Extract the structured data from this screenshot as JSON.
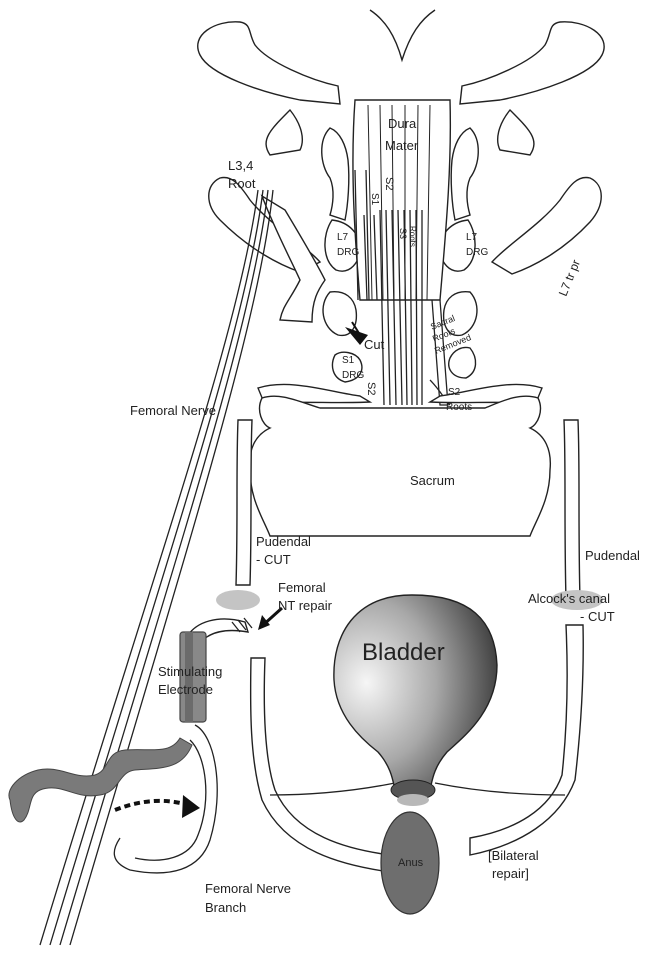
{
  "labels": {
    "dura": "Dura",
    "mater": "Mater",
    "l34_a": "L3,4",
    "l34_b": "Root",
    "s2_upper": "S2",
    "s1_upper": "S1",
    "s3": "S3",
    "roots": "Roots",
    "l7_drg_left_a": "L7",
    "l7_drg_left_b": "DRG",
    "l7_drg_right_a": "L7",
    "l7_drg_right_b": "DRG",
    "l7_tr_pr": "L7 tr pr",
    "cut": "Cut",
    "sacral_a": "Sacral",
    "sacral_b": "Roots",
    "sacral_c": "Removed",
    "s1_drg_a": "S1",
    "s1_drg_b": "DRG",
    "s2_lower": "S2",
    "s2_roots_a": "S2",
    "s2_roots_b": "Roots",
    "femoral_nerve": "Femoral Nerve",
    "sacrum": "Sacrum",
    "pudendal_cut_a": "Pudendal",
    "pudendal_cut_b": "- CUT",
    "pudendal_right": "Pudendal",
    "femoral_nt_a": "Femoral",
    "femoral_nt_b": "NT repair",
    "alcock_a": "Alcock's canal",
    "alcock_b": "- CUT",
    "bladder": "Bladder",
    "stim_a": "Stimulating",
    "stim_b": "Electrode",
    "anus": "Anus",
    "bilateral_a": "[Bilateral",
    "bilateral_b": "repair]",
    "fnb_a": "Femoral Nerve",
    "fnb_b": "Branch"
  },
  "colors": {
    "ink": "#222222",
    "electrode": "#7a7a7a",
    "electrode_dark": "#555555",
    "canal_ellipse": "#c4c4c4",
    "anus": "#6e6e6e",
    "bladder_light": "#f4f4f4",
    "bladder_dark": "#1a1a1a"
  }
}
